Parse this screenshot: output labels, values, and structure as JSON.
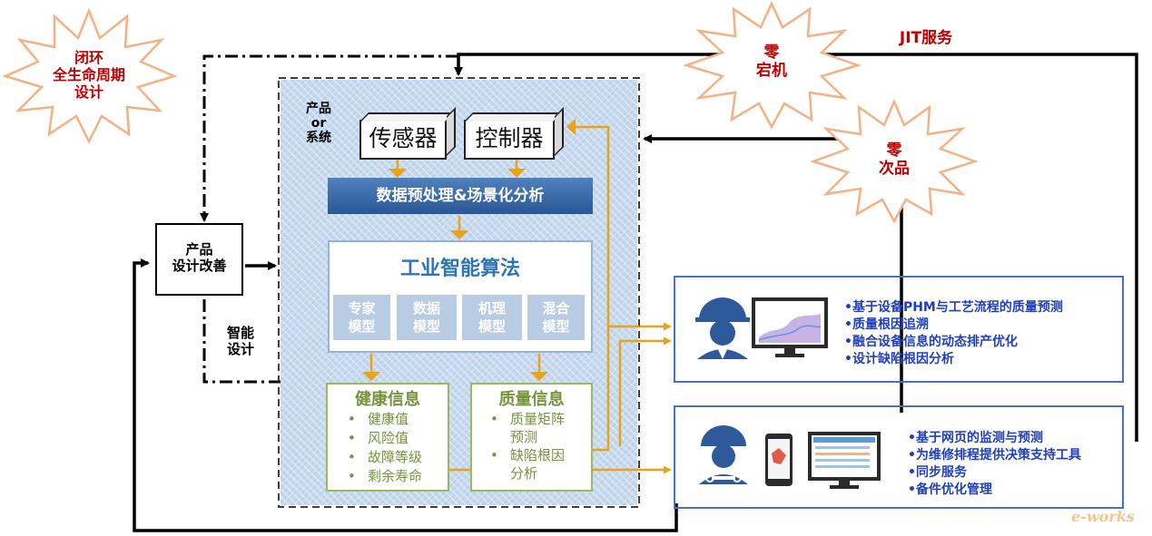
{
  "bursts": {
    "closed_loop": "闭环\n全生命周期\n设计",
    "zero_downtime": "零\n宕机",
    "zero_defect": "零\n次品"
  },
  "jit_label": "JIT服务",
  "product_design": "产品\n设计改善",
  "smart_design": "智能\n设计",
  "product_system_label": "产品\nor\n系统",
  "sensor": "传感器",
  "controller": "控制器",
  "preprocess": "数据预处理&场景化分析",
  "algorithm": {
    "title": "工业智能算法",
    "models": [
      "专家\n模型",
      "数据\n模型",
      "机理\n模型",
      "混合\n模型"
    ]
  },
  "health": {
    "title": "健康信息",
    "items": [
      "健康值",
      "风险值",
      "故障等级",
      "剩余寿命"
    ]
  },
  "quality": {
    "title": "质量信息",
    "items": [
      "质量矩阵\n预测",
      "缺陷根因\n分析"
    ]
  },
  "panel_top": {
    "items": [
      "•基于设备PHM与工艺流程的质量预测",
      "•质量根因追溯",
      "•融合设备信息的动态排产优化",
      "•设计缺陷根因分析"
    ]
  },
  "panel_bottom": {
    "items": [
      "•基于网页的监测与预测",
      "•为维修排程提供决策支持工具",
      "•同步服务",
      "•备件优化管理"
    ]
  },
  "watermark": "e-works",
  "colors": {
    "red": "#c00000",
    "blue_panel": "#4472c4",
    "orange_arrow": "#e8a317",
    "green": "#77933c",
    "text_blue": "#1f3fbf"
  }
}
